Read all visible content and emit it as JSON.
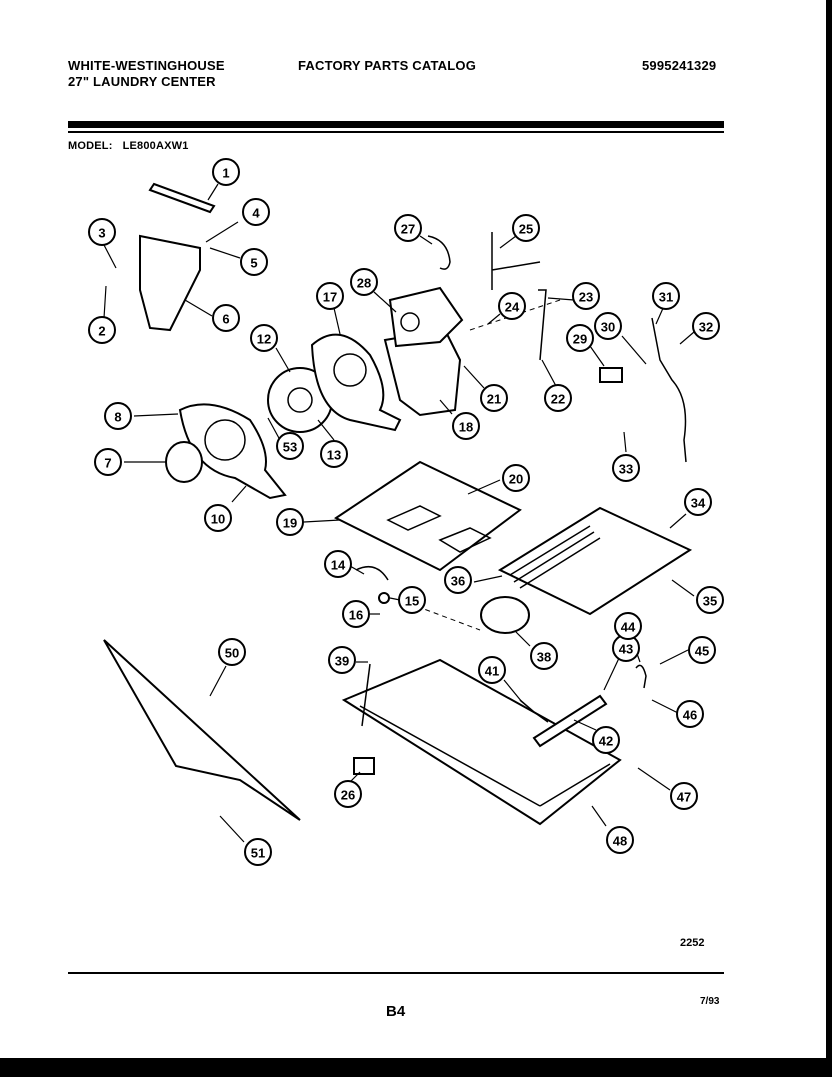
{
  "header": {
    "brand_line1": "WHITE-WESTINGHOUSE",
    "brand_line2": "27\" LAUNDRY CENTER",
    "catalog_title": "FACTORY PARTS CATALOG",
    "catalog_number": "5995241329"
  },
  "model": {
    "label": "MODEL:",
    "value": "LE800AXW1"
  },
  "callouts": [
    "1",
    "2",
    "3",
    "4",
    "5",
    "6",
    "7",
    "8",
    "10",
    "12",
    "13",
    "14",
    "15",
    "16",
    "17",
    "18",
    "19",
    "20",
    "21",
    "22",
    "23",
    "24",
    "25",
    "26",
    "27",
    "28",
    "29",
    "30",
    "31",
    "32",
    "33",
    "34",
    "35",
    "36",
    "38",
    "39",
    "41",
    "42",
    "43",
    "44",
    "45",
    "46",
    "47",
    "48",
    "50",
    "51",
    "53"
  ],
  "footer": {
    "diagram_code": "2252",
    "page_number": "B4",
    "revision_date": "7/93"
  }
}
